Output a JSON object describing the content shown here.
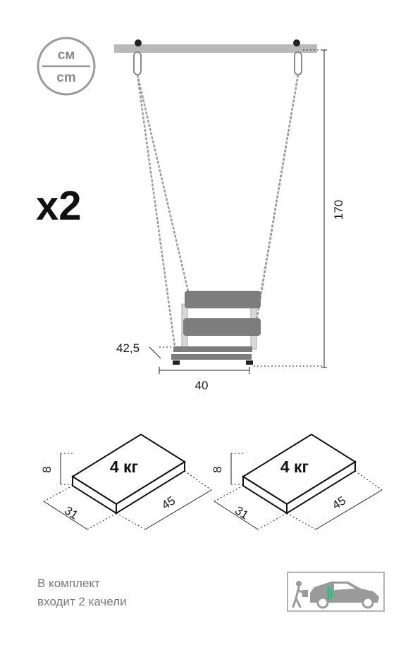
{
  "unit_badge": {
    "top": "см",
    "bottom": "cm"
  },
  "quantity_label": "x2",
  "swing": {
    "height_label": "170",
    "depth_label": "42,5",
    "width_label": "40"
  },
  "boxes": [
    {
      "weight": "4 кг",
      "height": "8",
      "depth": "31",
      "length": "45"
    },
    {
      "weight": "4 кг",
      "height": "8",
      "depth": "31",
      "length": "45"
    }
  ],
  "caption": {
    "line1": "В комплект",
    "line2": "входит 2 качели"
  },
  "colors": {
    "slat": "#7d7d7d",
    "beam": "#b9b9b9",
    "badge": "#9a9a9a",
    "car_accent": "#19c27a"
  },
  "icons": [
    "car-loading-icon"
  ]
}
